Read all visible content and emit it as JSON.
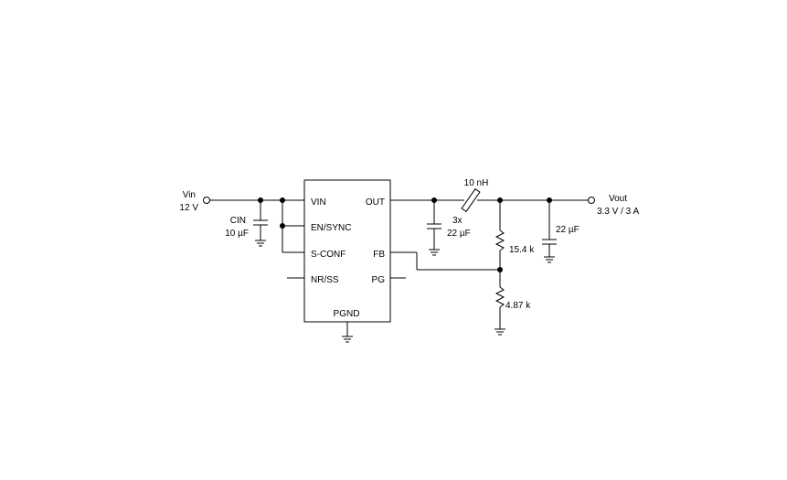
{
  "input": {
    "name": "Vin",
    "voltage": "12 V"
  },
  "output": {
    "name": "Vout",
    "rating": "3.3 V / 3 A"
  },
  "ic": {
    "pins": {
      "vin": "VIN",
      "en_sync": "EN/SYNC",
      "s_conf": "S-CONF",
      "nr_ss": "NR/SS",
      "out": "OUT",
      "fb": "FB",
      "pg": "PG",
      "pgnd": "PGND"
    }
  },
  "components": {
    "cin_name": "CIN",
    "cin_value": "10 µF",
    "cout_qty": "3x",
    "cout_value": "22 µF",
    "inductor_value": "10 nH",
    "cout2_value": "22 µF",
    "r_top": "15.4 k",
    "r_bottom": "4.87 k"
  }
}
